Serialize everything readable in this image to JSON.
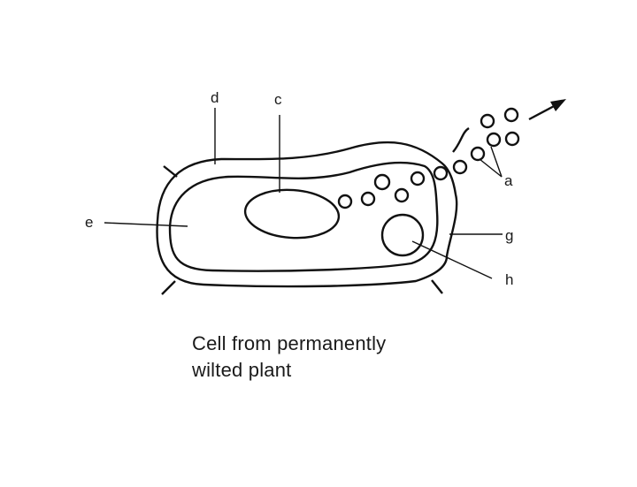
{
  "labels": {
    "a": "a",
    "c": "c",
    "d": "d",
    "e": "e",
    "g": "g",
    "h": "h"
  },
  "caption": {
    "line1": "Cell from permanently",
    "line2": "wilted plant"
  }
}
